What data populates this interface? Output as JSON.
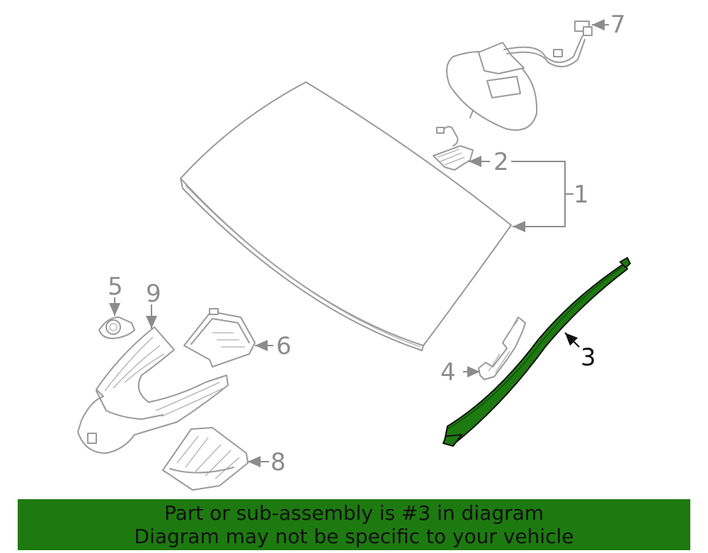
{
  "callouts": {
    "c1": "1",
    "c2": "2",
    "c3": "3",
    "c4": "4",
    "c5": "5",
    "c6": "6",
    "c7": "7",
    "c8": "8",
    "c9": "9"
  },
  "highlight": {
    "part": "3",
    "color": "#1d7a10"
  },
  "banner": {
    "line1": "Part or sub-assembly is #3 in diagram",
    "line2": "Diagram may not be specific to your vehicle",
    "background": "#1d7a10"
  }
}
